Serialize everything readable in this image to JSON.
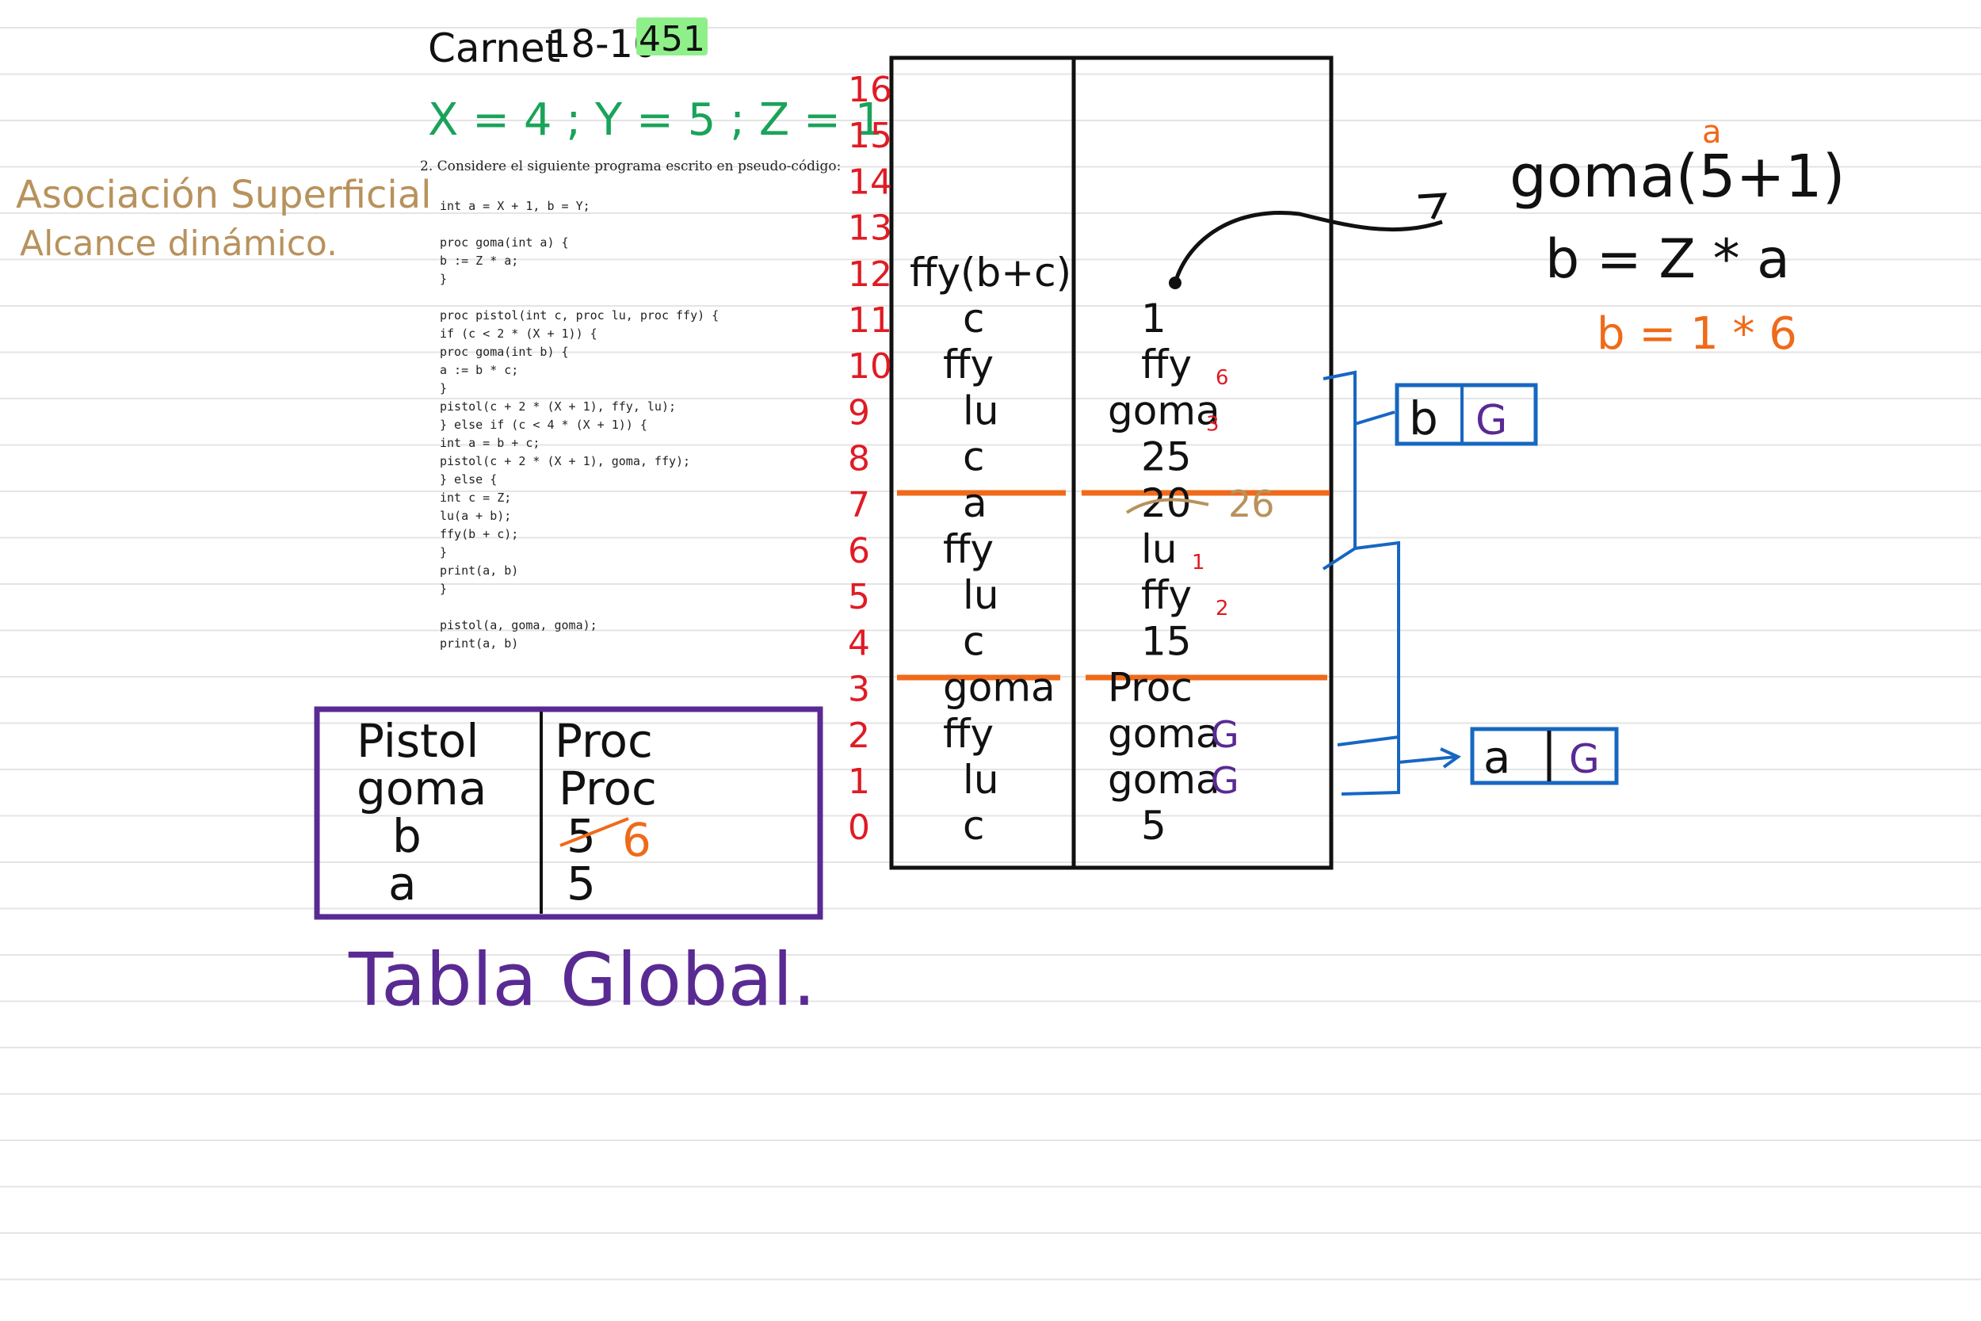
{
  "colors": {
    "line": "#e4e4e4",
    "tan": "#b8925c",
    "green": "#1aa35a",
    "highlight": "#8ff08a",
    "red": "#e01b24",
    "orange": "#ef6a1a",
    "blue": "#1767c2",
    "purple": "#5a2a93",
    "ink": "#111111"
  },
  "header": {
    "carnet_label": "Carnet",
    "carnet_prefix": "18-10",
    "carnet_highlight": "451",
    "vars": "X = 4 ; Y = 5 ; Z = 1"
  },
  "side_notes": {
    "line1": "Asociación Superficial",
    "line2": "Alcance dinámico."
  },
  "problem": {
    "statement": "2.  Considere el siguiente programa escrito en pseudo-código:",
    "code": [
      "int a = X + 1, b = Y;",
      "",
      "proc goma(int a) {",
      "    b := Z * a;",
      "}",
      "",
      "proc pistol(int c, proc lu, proc ffy) {",
      "    if (c < 2 * (X + 1)) {",
      "        proc goma(int b) {",
      "            a := b * c;",
      "        }",
      "        pistol(c + 2 * (X + 1), ffy, lu);",
      "    } else if (c < 4 * (X + 1)) {",
      "        int a = b + c;",
      "        pistol(c + 2 * (X + 1), goma, ffy);",
      "    } else {",
      "        int c = Z;",
      "        lu(a + b);",
      "        ffy(b + c);",
      "    }",
      "    print(a, b)",
      "}",
      "",
      "pistol(a, goma, goma);",
      "print(a, b)"
    ]
  },
  "global_table": {
    "caption": "Tabla Global.",
    "rows": [
      {
        "name": "Pistol",
        "value": "Proc"
      },
      {
        "name": "goma",
        "value": "Proc"
      },
      {
        "name": "b",
        "value": "5",
        "new_value": "6"
      },
      {
        "name": "a",
        "value": "5"
      }
    ]
  },
  "stack": {
    "rows": [
      {
        "index": "16",
        "name": "",
        "value": ""
      },
      {
        "index": "15",
        "name": "",
        "value": ""
      },
      {
        "index": "14",
        "name": "",
        "value": ""
      },
      {
        "index": "13",
        "name": "",
        "value": ""
      },
      {
        "index": "12",
        "name": "ffy(b+c)",
        "value": ""
      },
      {
        "index": "11",
        "name": "c",
        "value": "1"
      },
      {
        "index": "10",
        "name": "ffy",
        "value": "ffy",
        "sub": "6"
      },
      {
        "index": "9",
        "name": "lu",
        "value": "goma",
        "sub": "3"
      },
      {
        "index": "8",
        "name": "c",
        "value": "25"
      },
      {
        "index": "7",
        "name": "a",
        "value": "20",
        "new_value": "26"
      },
      {
        "index": "6",
        "name": "ffy",
        "value": "lu",
        "sub": "1"
      },
      {
        "index": "5",
        "name": "lu",
        "value": "ffy",
        "sub": "2"
      },
      {
        "index": "4",
        "name": "c",
        "value": "15"
      },
      {
        "index": "3",
        "name": "goma",
        "value": "Proc"
      },
      {
        "index": "2",
        "name": "ffy",
        "value": "goma",
        "tag": "G"
      },
      {
        "index": "1",
        "name": "lu",
        "value": "goma",
        "tag": "G"
      },
      {
        "index": "0",
        "name": "c",
        "value": "5"
      }
    ]
  },
  "env_boxes": {
    "upper": {
      "var": "b",
      "env": "G"
    },
    "lower": {
      "var": "a",
      "env": "G"
    }
  },
  "eval_notes": {
    "call": "goma(5+1)",
    "call_sup": "a",
    "assign": "b = Z * a",
    "result": "b = 1 * 6"
  }
}
